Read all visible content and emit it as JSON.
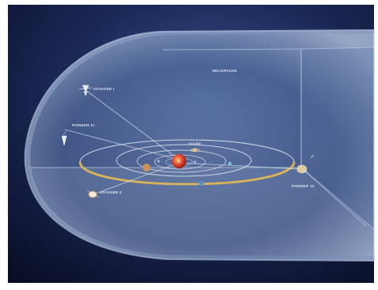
{
  "labels": {
    "heliopause": "HELIOPAUSE",
    "voyager_1": "VOYAGER I",
    "pioneer_11": "PIONEER 11",
    "voyager_2": "VOYAGER 2",
    "pioneer_10": "PIONEER 10",
    "saturn": "SATURN",
    "sun": "S"
  },
  "colors": {
    "space_dark": "#0b1230",
    "space_blue": "#2e4580",
    "heliosphere_fill": "#8fa6c8",
    "orbit_gold": "#d8b45a",
    "sun": "#d8402a"
  }
}
